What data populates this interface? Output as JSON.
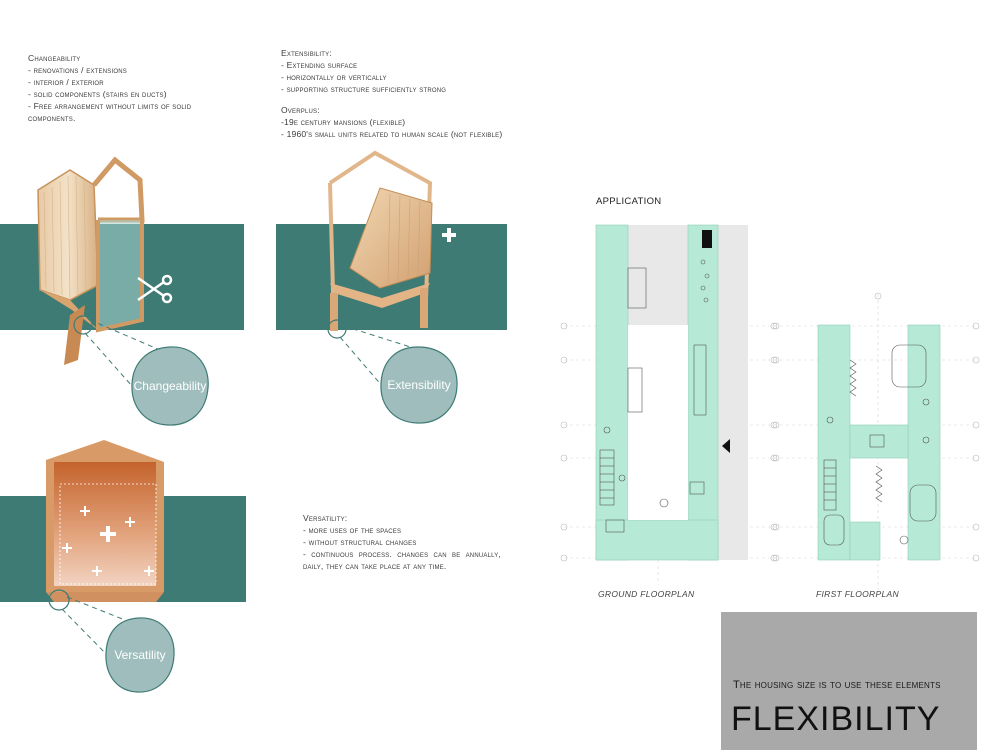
{
  "changeability": {
    "heading": "Changeability",
    "items": [
      "- renovations / extensions",
      "- interior / exterior",
      "- solid components (stairs en ducts)",
      "- Free arrangement without limits of solid components."
    ]
  },
  "extensibility": {
    "heading": "Extensibility:",
    "items": [
      "- Extending surface",
      "- horizontally or vertically",
      "- supporting structure sufficiently strong"
    ]
  },
  "overplus": {
    "heading": "Overplus:",
    "items": [
      "-19e century mansions (flexible)",
      "- 1960's small units related to human scale (not flexible)"
    ]
  },
  "versatility": {
    "heading": "Versatility:",
    "items": [
      "- more uses of the spaces",
      "- without structural changes",
      "- continuous process. changes can be annually, daily, they can take place at any time."
    ]
  },
  "bubbles": {
    "changeability": "Changeability",
    "extensibility": "Extensibility",
    "versatility": "Versatility"
  },
  "application": {
    "title": "Application",
    "ground_label": "Ground floorplan",
    "first_label": "First floorplan"
  },
  "tagline": {
    "prefix": "The ",
    "emph": "housing size",
    "suffix": " is to use these elements"
  },
  "flexibility_word": "FLEXIBILITY",
  "colors": {
    "band": "#3e7b74",
    "bubble": "#9ebdbc",
    "plan_mint": "#b6ead6",
    "grey_box": "#a9a9a9",
    "wood": "#d7a77a"
  }
}
